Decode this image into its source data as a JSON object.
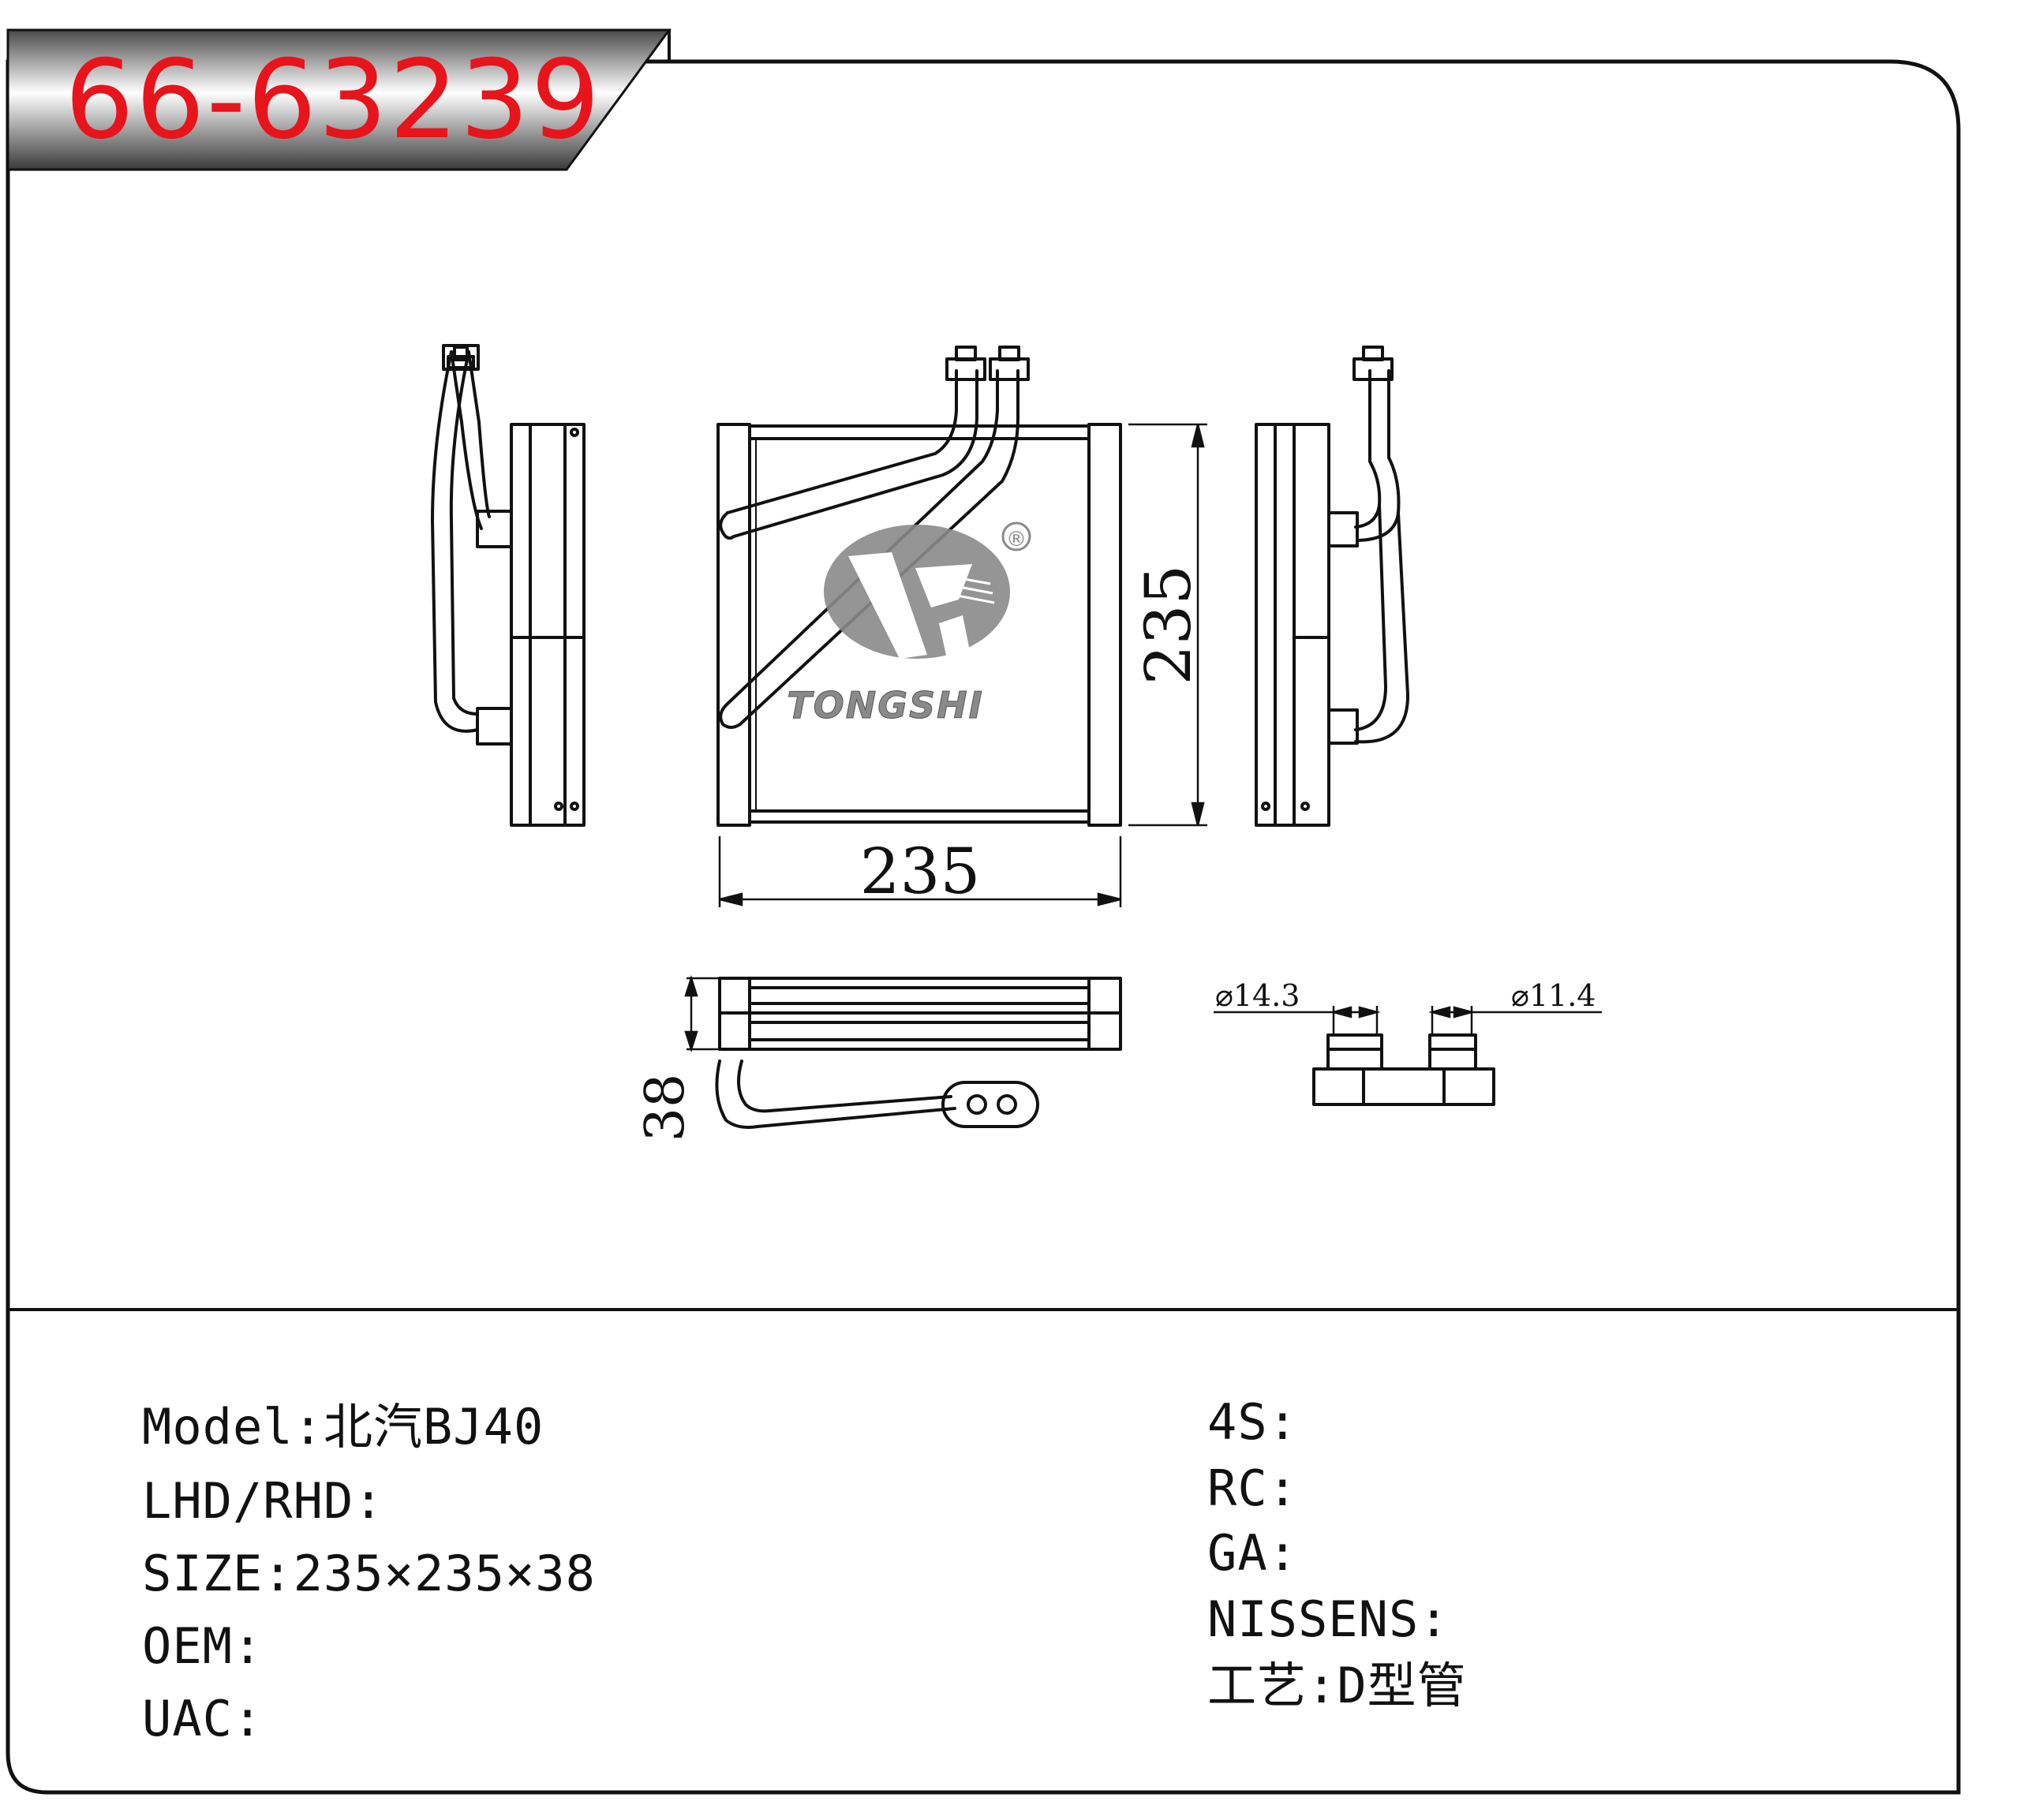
{
  "part_number": "66-63239",
  "logo": {
    "brand_text": "TONGSHI",
    "registered_mark": "®"
  },
  "dimensions": {
    "width_label": "235",
    "height_label": "235",
    "depth_label": "38",
    "inlet_diameter_label": "⌀14.3",
    "outlet_diameter_label": "⌀11.4"
  },
  "specs_left": [
    {
      "label": "Model:",
      "value": "北汽BJ40"
    },
    {
      "label": "LHD/RHD:",
      "value": ""
    },
    {
      "label": "SIZE:",
      "value": "235×235×38"
    },
    {
      "label": "OEM:",
      "value": ""
    },
    {
      "label": "UAC:",
      "value": ""
    }
  ],
  "specs_right": [
    {
      "label": "4S:",
      "value": ""
    },
    {
      "label": "RC:",
      "value": ""
    },
    {
      "label": "GA:",
      "value": ""
    },
    {
      "label": "NISSENS:",
      "value": ""
    },
    {
      "label": "工艺:",
      "value": "D型管"
    }
  ],
  "colors": {
    "part_number_red": "#e8141b",
    "line_dark": "#111111",
    "logo_gray": "#8a8a8a"
  }
}
